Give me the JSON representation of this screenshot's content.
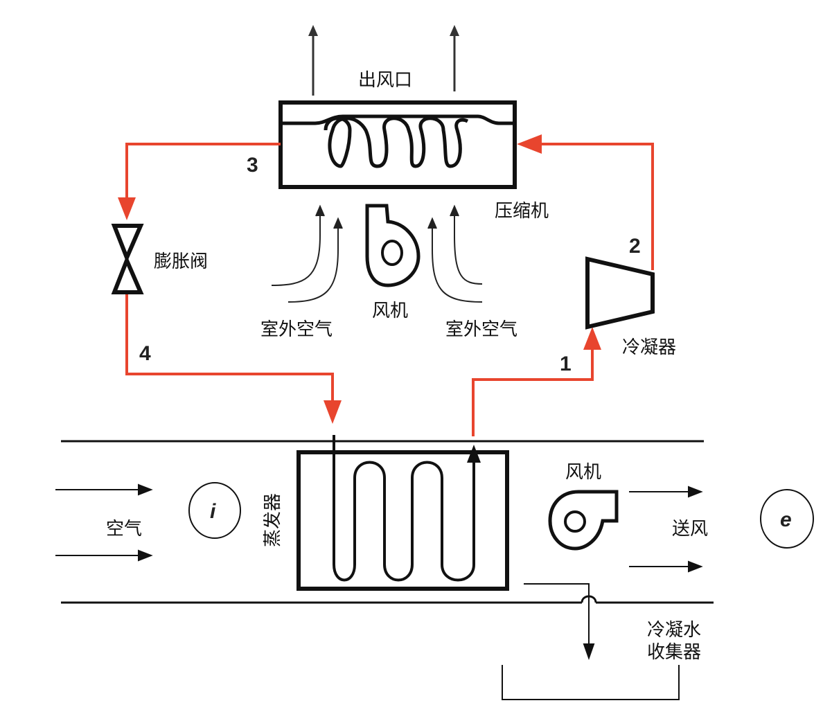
{
  "colors": {
    "refrigerant": "#e8452e",
    "line": "#111111"
  },
  "labels": {
    "outlet": "出风口",
    "compressor": "压缩机",
    "expansion_valve": "膨胀阀",
    "fan_top": "风机",
    "outdoor_air_left": "室外空气",
    "outdoor_air_right": "室外空气",
    "condenser": "冷凝器",
    "fan_bottom": "风机",
    "evaporator": "蒸发器",
    "air_in": "空气",
    "supply_air": "送风",
    "condensate_line1": "冷凝水",
    "condensate_line2": "收集器"
  },
  "state_points": {
    "p1": "1",
    "p2": "2",
    "p3": "3",
    "p4": "4"
  },
  "circles": {
    "inlet": "i",
    "outlet": "e"
  }
}
